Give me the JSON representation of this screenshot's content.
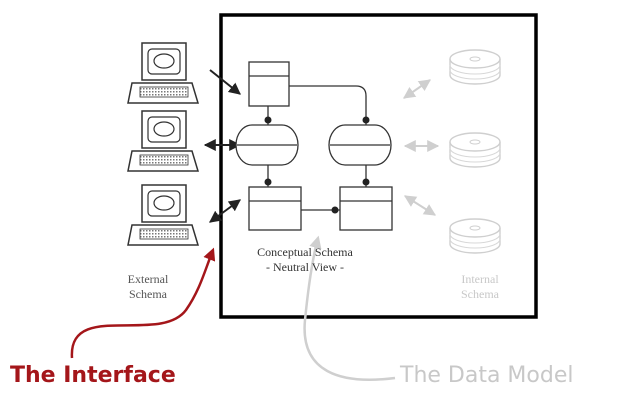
{
  "labels": {
    "external_schema": "External\nSchema",
    "conceptual_schema": "Conceptual Schema\n- Neutral View -",
    "internal_schema": "Internal\nSchema",
    "the_interface": "The Interface",
    "the_data_model": "The Data Model"
  },
  "colors": {
    "frame": "#000000",
    "diagram_line": "#333333",
    "faded": "#c8c8c8",
    "interface_accent": "#a4161a",
    "data_model_accent": "#c8c8c8"
  },
  "icons": {
    "external_side": [
      "computer-terminal-icon",
      "computer-terminal-icon",
      "computer-terminal-icon"
    ],
    "internal_side": [
      "disk-stack-icon",
      "disk-stack-icon",
      "disk-stack-icon"
    ]
  }
}
